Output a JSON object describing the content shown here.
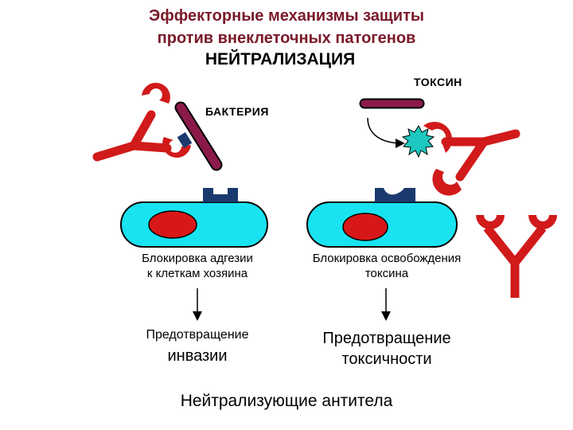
{
  "title": {
    "line1": "Эффекторные механизмы защиты",
    "line2": "против внеклеточных патогенов",
    "line3": "НЕЙТРАЛИЗАЦИЯ"
  },
  "labels": {
    "toxin": "ТОКСИН",
    "bacterium": "БАКТЕРИЯ"
  },
  "left_panel": {
    "caption_line1": "Блокировка адгезии",
    "caption_line2": "к клеткам хозяина",
    "result_line1": "Предотвращение",
    "result_line2": "инвазии"
  },
  "right_panel": {
    "caption_line1": "Блокировка освобождения",
    "caption_line2": "токсина",
    "result_line1": "Предотвращение",
    "result_line2": "токсичности"
  },
  "footer": "Нейтрализующие антитела",
  "colors": {
    "title": "#7a1a2a",
    "antibody": "#d11a1a",
    "bacterium": "#8b1a4a",
    "cell": "#19e3f0",
    "nucleus": "#d81818",
    "receptor": "#1a3a6e",
    "toxin_star": "#1ec8c0"
  }
}
